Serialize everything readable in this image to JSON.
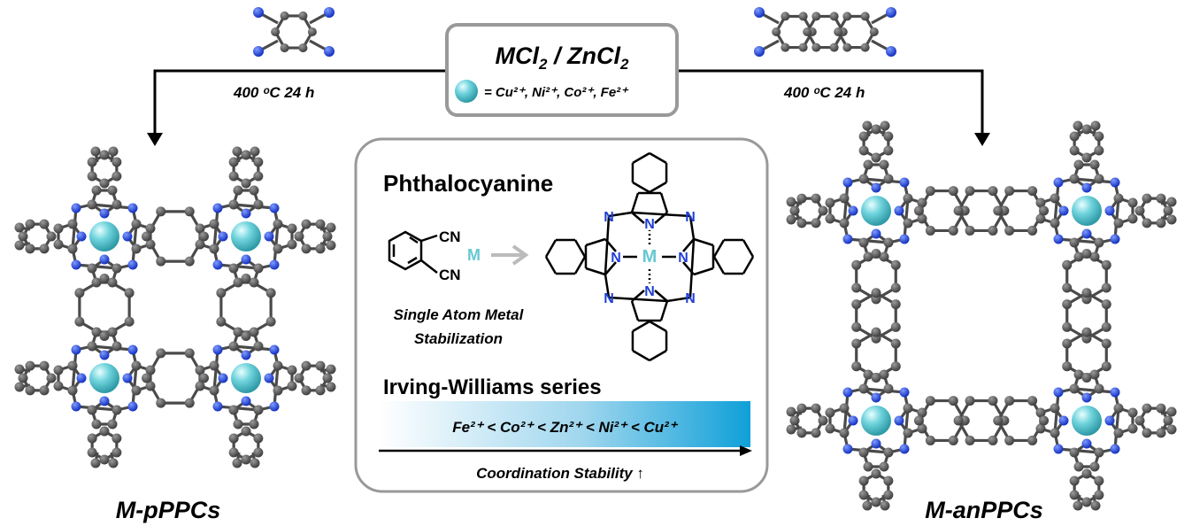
{
  "reaction": {
    "reagent_main": "MCl",
    "reagent_main_sub": "2",
    "reagent_sep": " / ZnCl",
    "reagent_sep_sub": "2",
    "metal_list": "= Cu²⁺, Ni²⁺, Co²⁺, Fe²⁺",
    "condition_left": "400 ᵒC 24 h",
    "condition_right": "400 ᵒC 24 h"
  },
  "products": {
    "left": "M-pPPCs",
    "right": "M-anPPCs"
  },
  "center": {
    "title": "Phthalocyanine",
    "cn_label": "CN",
    "metal_symbol": "M",
    "nitrogen": "N",
    "caption_line1": "Single Atom Metal",
    "caption_line2": "Stabilization",
    "series_title": "Irving-Williams series",
    "series": "Fe²⁺ < Co²⁺ < Zn²⁺ < Ni²⁺ < Cu²⁺",
    "axis_label": "Coordination Stability ↑"
  },
  "colors": {
    "carbon": "#5a5a5a",
    "nitrogen": "#1f3fd6",
    "metal": "#5cc6d0",
    "gradient_end": "#0fa0d8"
  }
}
